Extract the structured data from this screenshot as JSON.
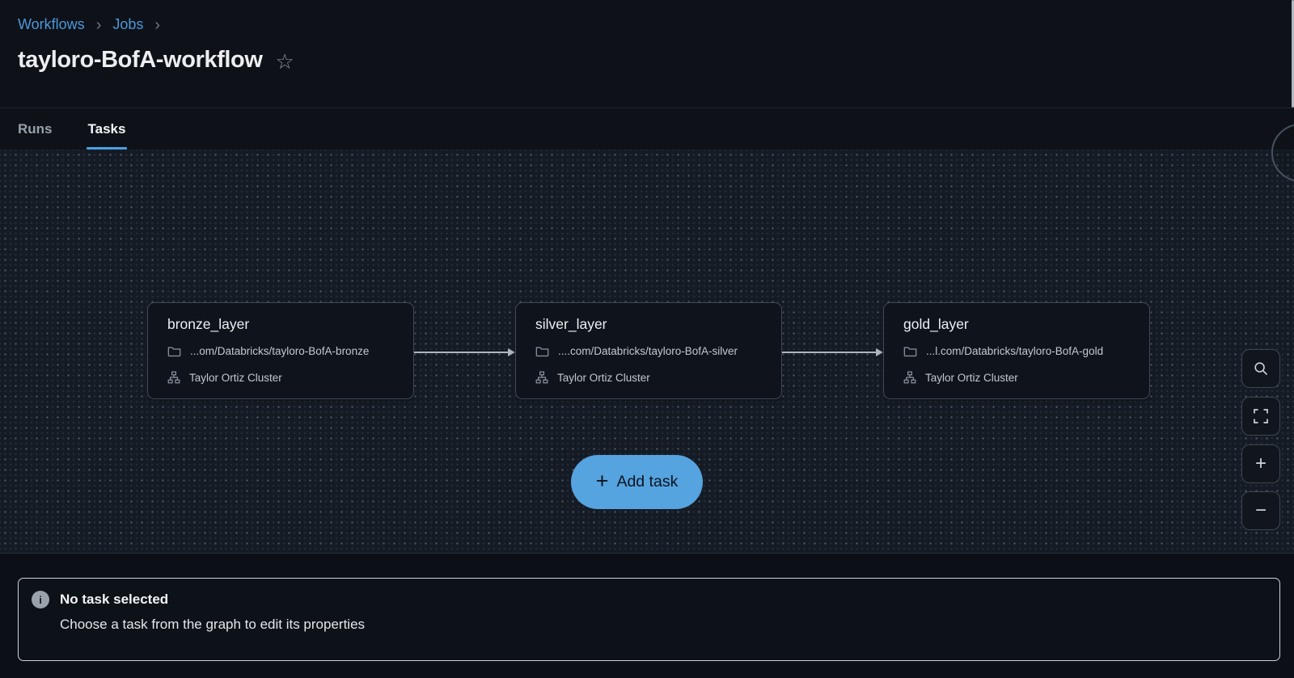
{
  "breadcrumb": {
    "items": [
      {
        "label": "Workflows"
      },
      {
        "label": "Jobs"
      }
    ],
    "chevron": "›"
  },
  "header": {
    "title": "tayloro-BofA-workflow",
    "star_glyph": "☆"
  },
  "tabs": [
    {
      "label": "Runs",
      "active": false
    },
    {
      "label": "Tasks",
      "active": true
    }
  ],
  "canvas": {
    "tasks": [
      {
        "name": "bronze_layer",
        "path": "...om/Databricks/tayloro-BofA-bronze",
        "cluster": "Taylor Ortiz Cluster"
      },
      {
        "name": "silver_layer",
        "path": "....com/Databricks/tayloro-BofA-silver",
        "cluster": "Taylor Ortiz Cluster"
      },
      {
        "name": "gold_layer",
        "path": "...l.com/Databricks/tayloro-BofA-gold",
        "cluster": "Taylor Ortiz Cluster"
      }
    ],
    "add_task": {
      "plus_glyph": "+",
      "label": "Add task"
    },
    "controls": {
      "zoom_in_glyph": "+",
      "zoom_out_glyph": "−"
    }
  },
  "bottom_panel": {
    "info_glyph": "i",
    "title": "No task selected",
    "subtitle": "Choose a task from the graph to edit its properties"
  },
  "colors": {
    "accent_blue": "#4aa0e3",
    "link_blue": "#4d96d9",
    "add_task_blue": "#55a3df",
    "canvas_bg": "#151b25",
    "card_bg": "#0e131c",
    "card_border": "#3f4956"
  }
}
